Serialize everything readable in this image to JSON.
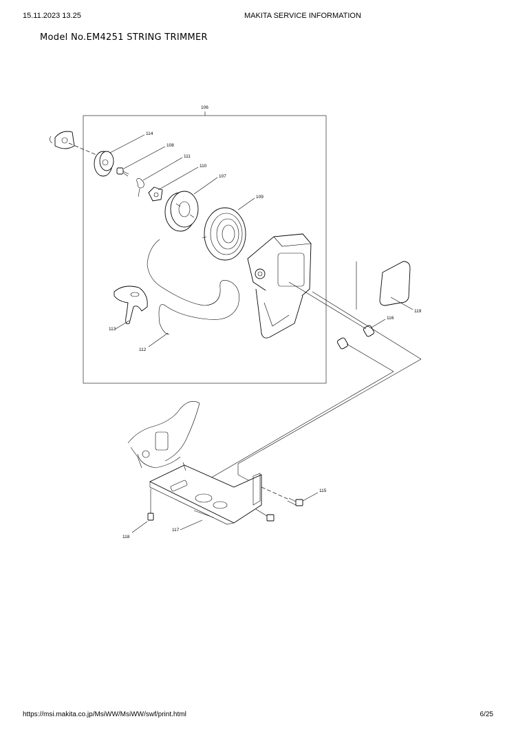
{
  "header": {
    "datetime": "15.11.2023 13.25",
    "title": "MAKITA SERVICE INFORMATION"
  },
  "model_title": "Model No.EM4251 STRING TRIMMER",
  "parts": {
    "p106": "106",
    "p114": "114",
    "p108": "108",
    "p111": "111",
    "p110": "110",
    "p107": "107",
    "p109": "109",
    "p119": "119",
    "p116": "116",
    "p113": "113",
    "p112": "112",
    "p115": "115",
    "p117": "117",
    "p118": "118"
  },
  "footer": {
    "url": "https://msi.makita.co.jp/MsiWW/MsiWW/swf/print.html",
    "page": "6/25"
  }
}
